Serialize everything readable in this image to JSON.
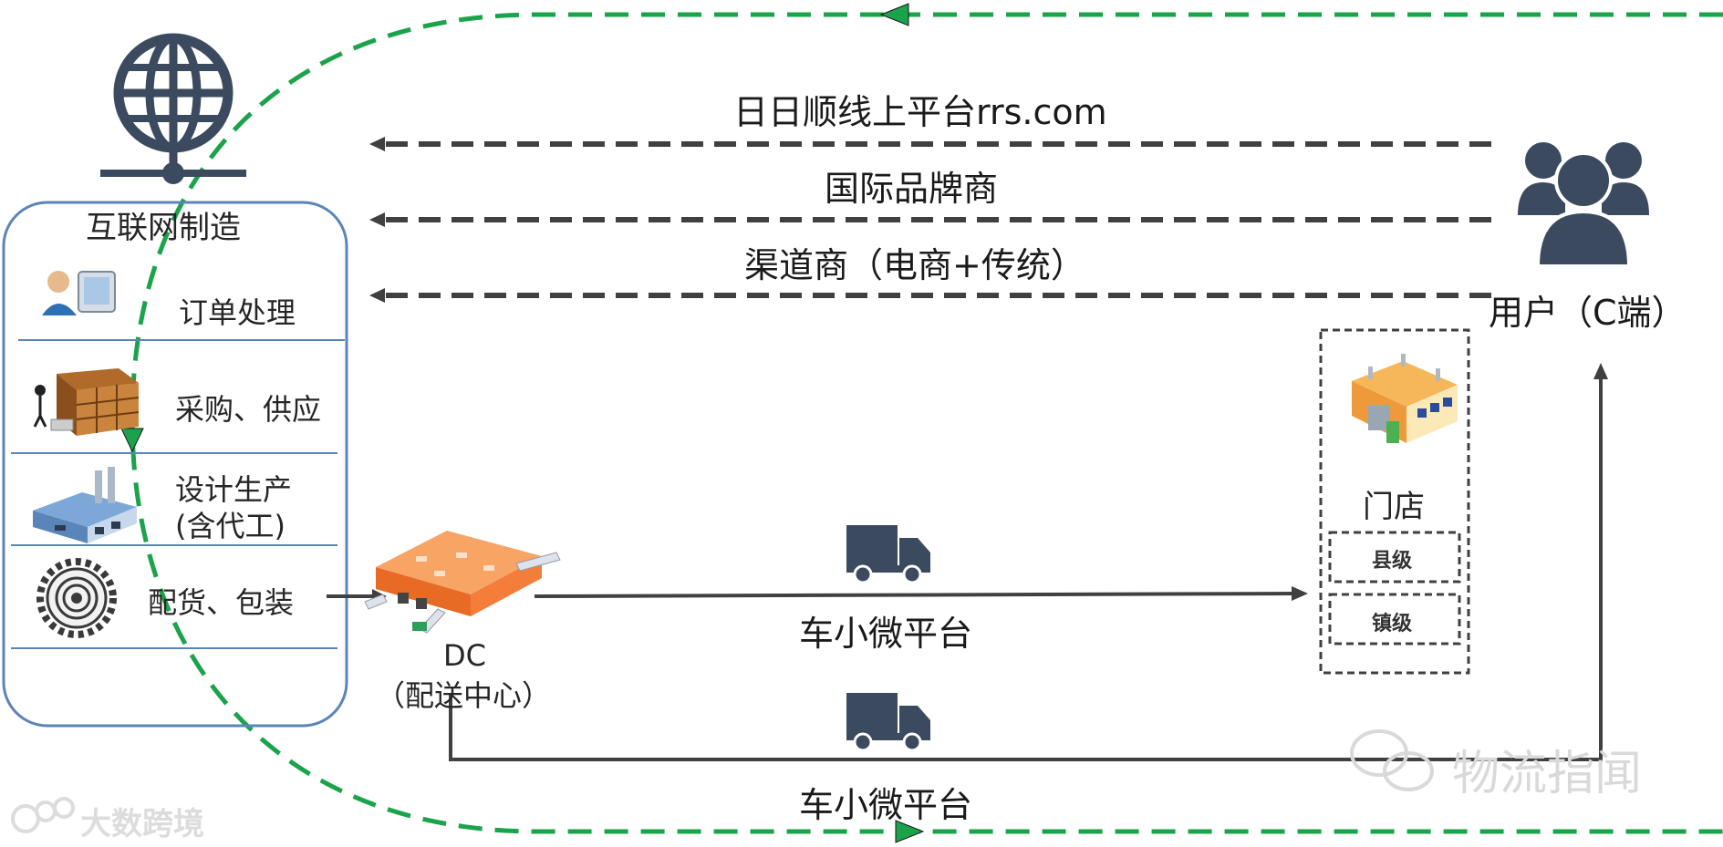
{
  "colors": {
    "dark": "#3b4a5e",
    "green": "#1aa34a",
    "line": "#404040",
    "box_border": "#5b84b8",
    "orange": "#f5894a",
    "watermark": "#d9d9d9"
  },
  "left_panel": {
    "title": "互联网制造",
    "items": [
      {
        "label": "订单处理",
        "icon": "user-computer-icon"
      },
      {
        "label": "采购、供应",
        "icon": "warehouse-shelf-icon"
      },
      {
        "label": "设计生产",
        "label2": "(含代工)",
        "icon": "factory-icon"
      },
      {
        "label": "配货、包装",
        "icon": "gear-icon"
      }
    ]
  },
  "channels": {
    "online_platform": "日日顺线上平台rrs.com",
    "brands": "国际品牌商",
    "dealers": "渠道商（电商+传统）"
  },
  "user": {
    "label": "用户（C端）",
    "icon": "users-icon"
  },
  "dc": {
    "label": "DC",
    "sublabel": "（配送中心）",
    "icon": "warehouse-dc-icon"
  },
  "store": {
    "label": "门店",
    "levels": [
      "县级",
      "镇级"
    ],
    "icon": "store-building-icon"
  },
  "trucks": {
    "top_label": "车小微平台",
    "bottom_label": "车小微平台",
    "icon": "truck-icon"
  },
  "watermarks": {
    "right": "物流指闻",
    "left": "大数跨境"
  }
}
